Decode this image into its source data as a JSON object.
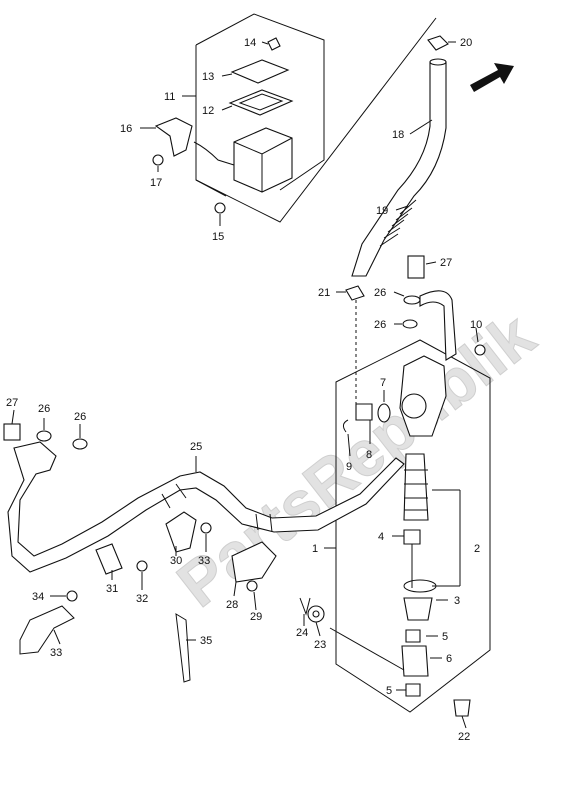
{
  "watermark": "PartsRepublik",
  "callouts": [
    {
      "id": "l1",
      "text": "1"
    },
    {
      "id": "l2",
      "text": "2"
    },
    {
      "id": "l3",
      "text": "3"
    },
    {
      "id": "l4",
      "text": "4"
    },
    {
      "id": "l5a",
      "text": "5"
    },
    {
      "id": "l5b",
      "text": "5"
    },
    {
      "id": "l6",
      "text": "6"
    },
    {
      "id": "l7",
      "text": "7"
    },
    {
      "id": "l8",
      "text": "8"
    },
    {
      "id": "l9",
      "text": "9"
    },
    {
      "id": "l10",
      "text": "10"
    },
    {
      "id": "l11",
      "text": "11"
    },
    {
      "id": "l12",
      "text": "12"
    },
    {
      "id": "l13",
      "text": "13"
    },
    {
      "id": "l14",
      "text": "14"
    },
    {
      "id": "l15",
      "text": "15"
    },
    {
      "id": "l16",
      "text": "16"
    },
    {
      "id": "l17",
      "text": "17"
    },
    {
      "id": "l18",
      "text": "18"
    },
    {
      "id": "l19",
      "text": "19"
    },
    {
      "id": "l20",
      "text": "20"
    },
    {
      "id": "l21",
      "text": "21"
    },
    {
      "id": "l22",
      "text": "22"
    },
    {
      "id": "l23",
      "text": "23"
    },
    {
      "id": "l24",
      "text": "24"
    },
    {
      "id": "l25",
      "text": "25"
    },
    {
      "id": "l26a",
      "text": "26"
    },
    {
      "id": "l26b",
      "text": "26"
    },
    {
      "id": "l26c",
      "text": "26"
    },
    {
      "id": "l26d",
      "text": "26"
    },
    {
      "id": "l27a",
      "text": "27"
    },
    {
      "id": "l27b",
      "text": "27"
    },
    {
      "id": "l28",
      "text": "28"
    },
    {
      "id": "l29",
      "text": "29"
    },
    {
      "id": "l30",
      "text": "30"
    },
    {
      "id": "l31",
      "text": "31"
    },
    {
      "id": "l32",
      "text": "32"
    },
    {
      "id": "l33a",
      "text": "33"
    },
    {
      "id": "l33b",
      "text": "33"
    },
    {
      "id": "l34",
      "text": "34"
    },
    {
      "id": "l35",
      "text": "35"
    }
  ]
}
